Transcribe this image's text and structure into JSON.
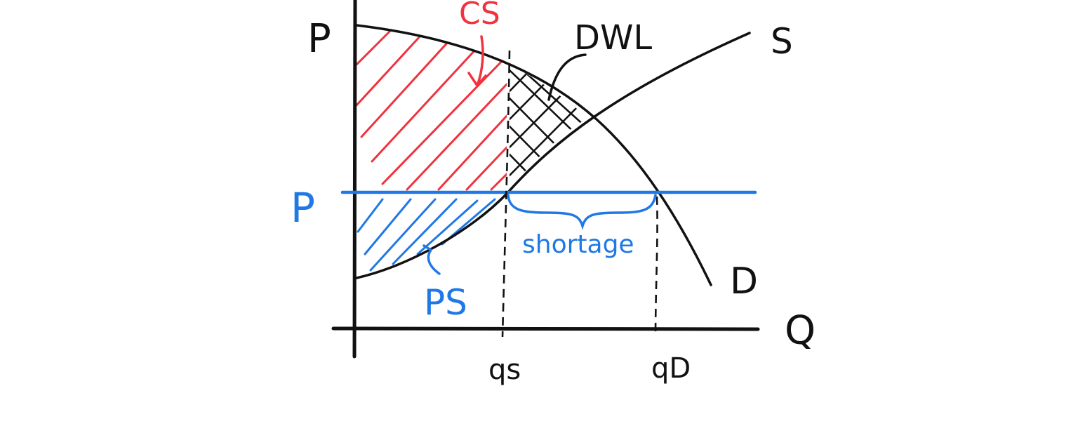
{
  "colors": {
    "ink": "#111111",
    "consumer_surplus": "#f0333f",
    "producer_surplus": "#1f78e6",
    "price_ceiling": "#1f78e6",
    "background": "#ffffff"
  },
  "axes": {
    "y_label": "P",
    "x_label": "Q"
  },
  "curves": {
    "supply_label": "S",
    "demand_label": "D"
  },
  "price_line": {
    "label": "P"
  },
  "quantities": {
    "qs_label": "qs",
    "qd_label": "qD"
  },
  "regions": {
    "consumer_surplus_label": "CS",
    "producer_surplus_label": "PS",
    "deadweight_loss_label": "DWL"
  },
  "annotations": {
    "shortage_label": "shortage"
  }
}
